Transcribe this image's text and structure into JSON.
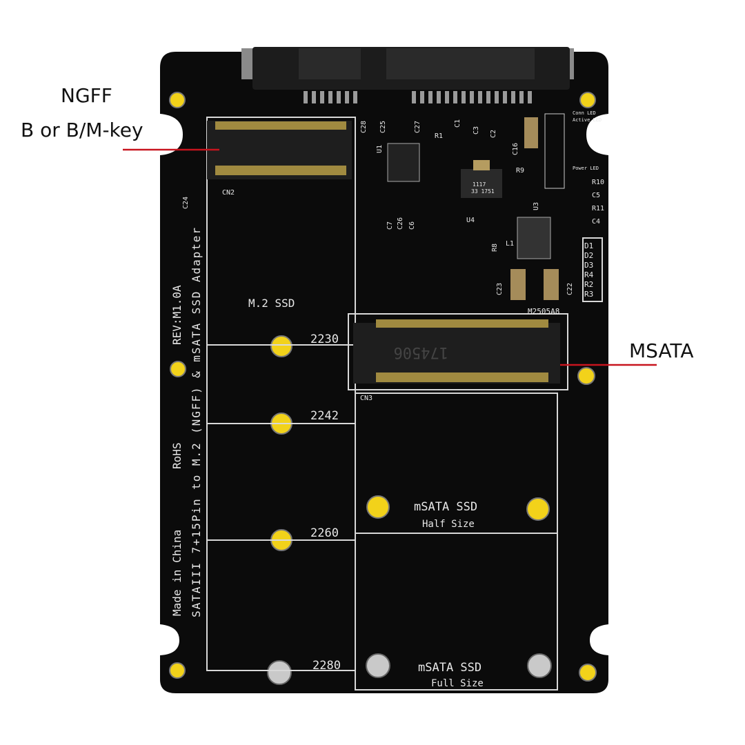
{
  "callouts": {
    "ngff_title": "NGFF",
    "ngff_key": "B or B/M-key",
    "msata": "MSATA",
    "line_color": "#c8141e"
  },
  "board": {
    "pcb_color": "#0b0b0b",
    "standoff_color": "#f2d21a",
    "m2_label": "M.2 SSD",
    "lengths": [
      "2230",
      "2242",
      "2260",
      "2280"
    ],
    "msata_half": {
      "title": "mSATA SSD",
      "size": "Half Size"
    },
    "msata_full": {
      "title": "mSATA SSD",
      "size": "Full Size"
    },
    "cn2": "CN2",
    "cn3": "CN3",
    "rev": "REV:M1.0A",
    "rohs": "RoHS",
    "made_in": "Made in China",
    "product": "SATAIII 7+15Pin to M.2 (NGFF) & mSATA SSD Adapter",
    "chip_marking_msata": "174506",
    "regulator_marking": [
      "1117",
      "33 1751"
    ],
    "part_code": "M2505A8",
    "led_labels": [
      "Conn LED",
      "Active LED",
      "Power LED"
    ],
    "components": [
      "C28",
      "C25",
      "C27",
      "C1",
      "C3",
      "R1",
      "C2",
      "C16",
      "U1",
      "R9",
      "R10",
      "C5",
      "R11",
      "C4",
      "U3",
      "U4",
      "C7",
      "C26",
      "C6",
      "R8",
      "L1",
      "C23",
      "C22",
      "C24"
    ],
    "led_components": [
      "D1",
      "D2",
      "D3",
      "R4",
      "R2",
      "R3"
    ]
  }
}
